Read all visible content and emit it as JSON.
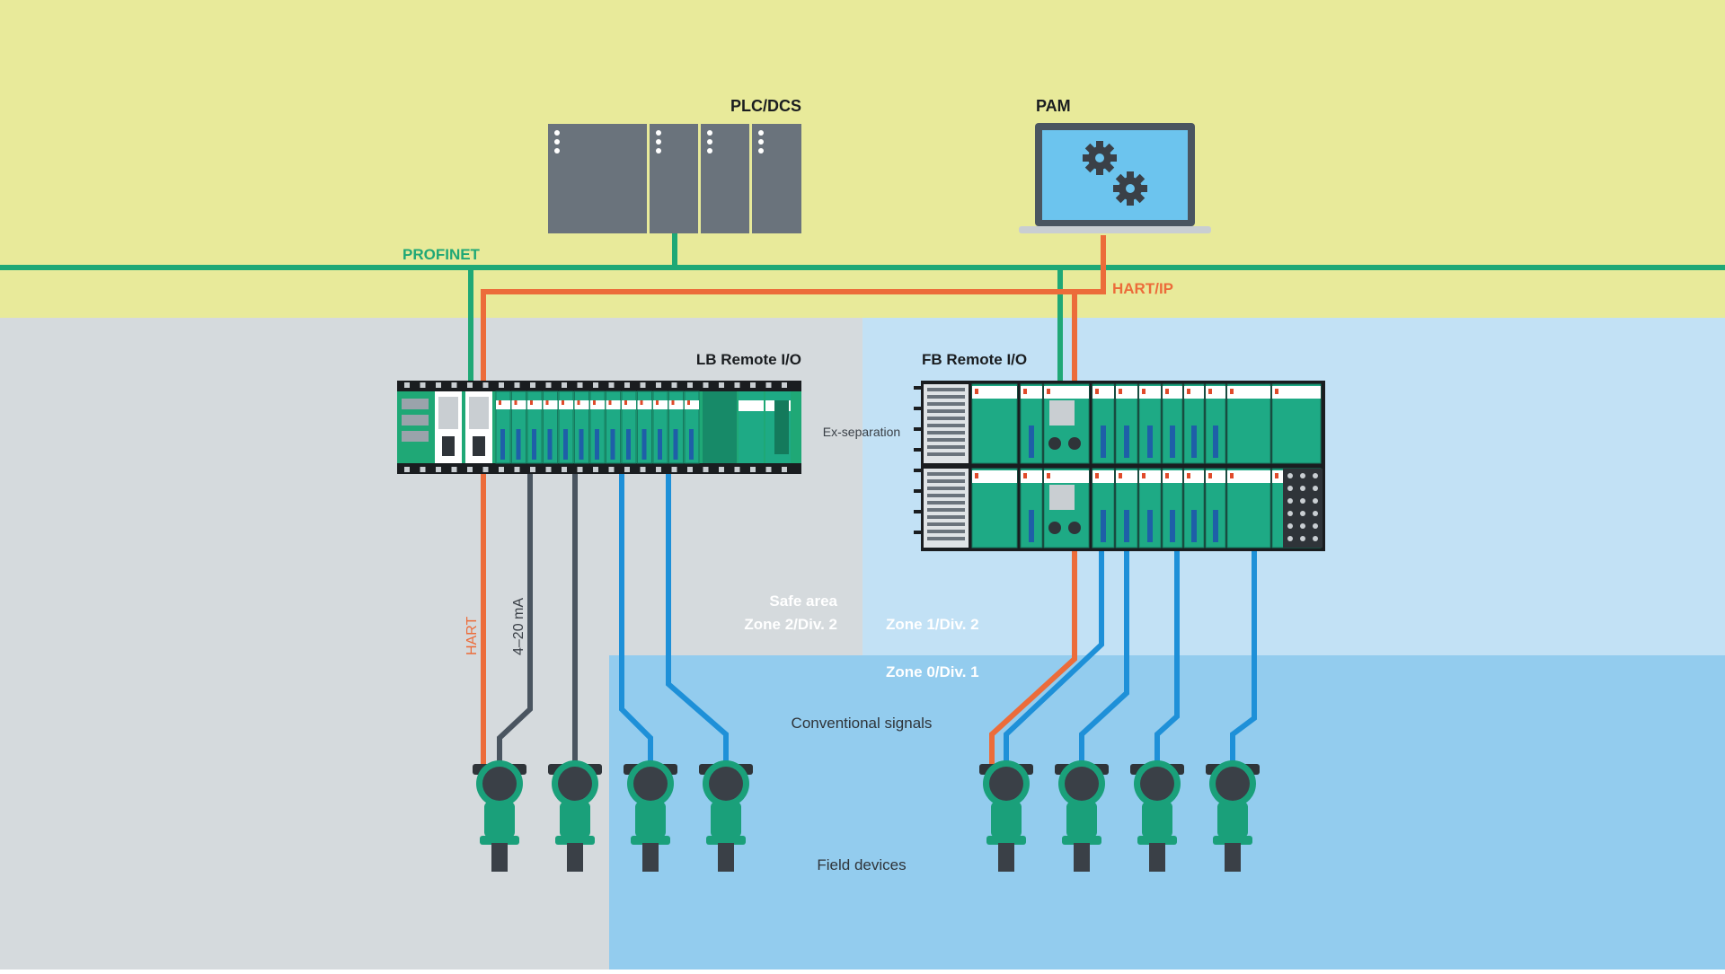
{
  "labels": {
    "plc": "PLC/DCS",
    "pam": "PAM",
    "profinet": "PROFINET",
    "hart_ip": "HART/IP",
    "lb_remote_io": "LB Remote I/O",
    "fb_remote_io": "FB Remote I/O",
    "ex_separation": "Ex-separation",
    "safe_area": "Safe area",
    "zone2": "Zone 2/Div. 2",
    "zone1": "Zone 1/Div. 2",
    "zone0": "Zone 0/Div. 1",
    "conventional_signals": "Conventional signals",
    "field_devices": "Field devices",
    "hart": "HART",
    "ma_4_20": "4–20 mA"
  },
  "colors": {
    "top_band": "#e8ea9a",
    "safe_area": "#d5dadd",
    "zone1_area": "#c2e1f5",
    "zone0_area": "#93ccee",
    "profinet_green": "#1fa876",
    "hart_orange": "#ec6c3a",
    "analog_gray": "#4a5560",
    "conventional_blue": "#1e90d8",
    "device_green": "#1aa07a",
    "module_green": "#1eaa85",
    "plc_gray": "#6a737c",
    "dark": "#2f3439"
  },
  "icons": {
    "pam_laptop": "laptop-icon",
    "pam_gears": "gears-icon",
    "field_device": "transmitter-icon"
  }
}
